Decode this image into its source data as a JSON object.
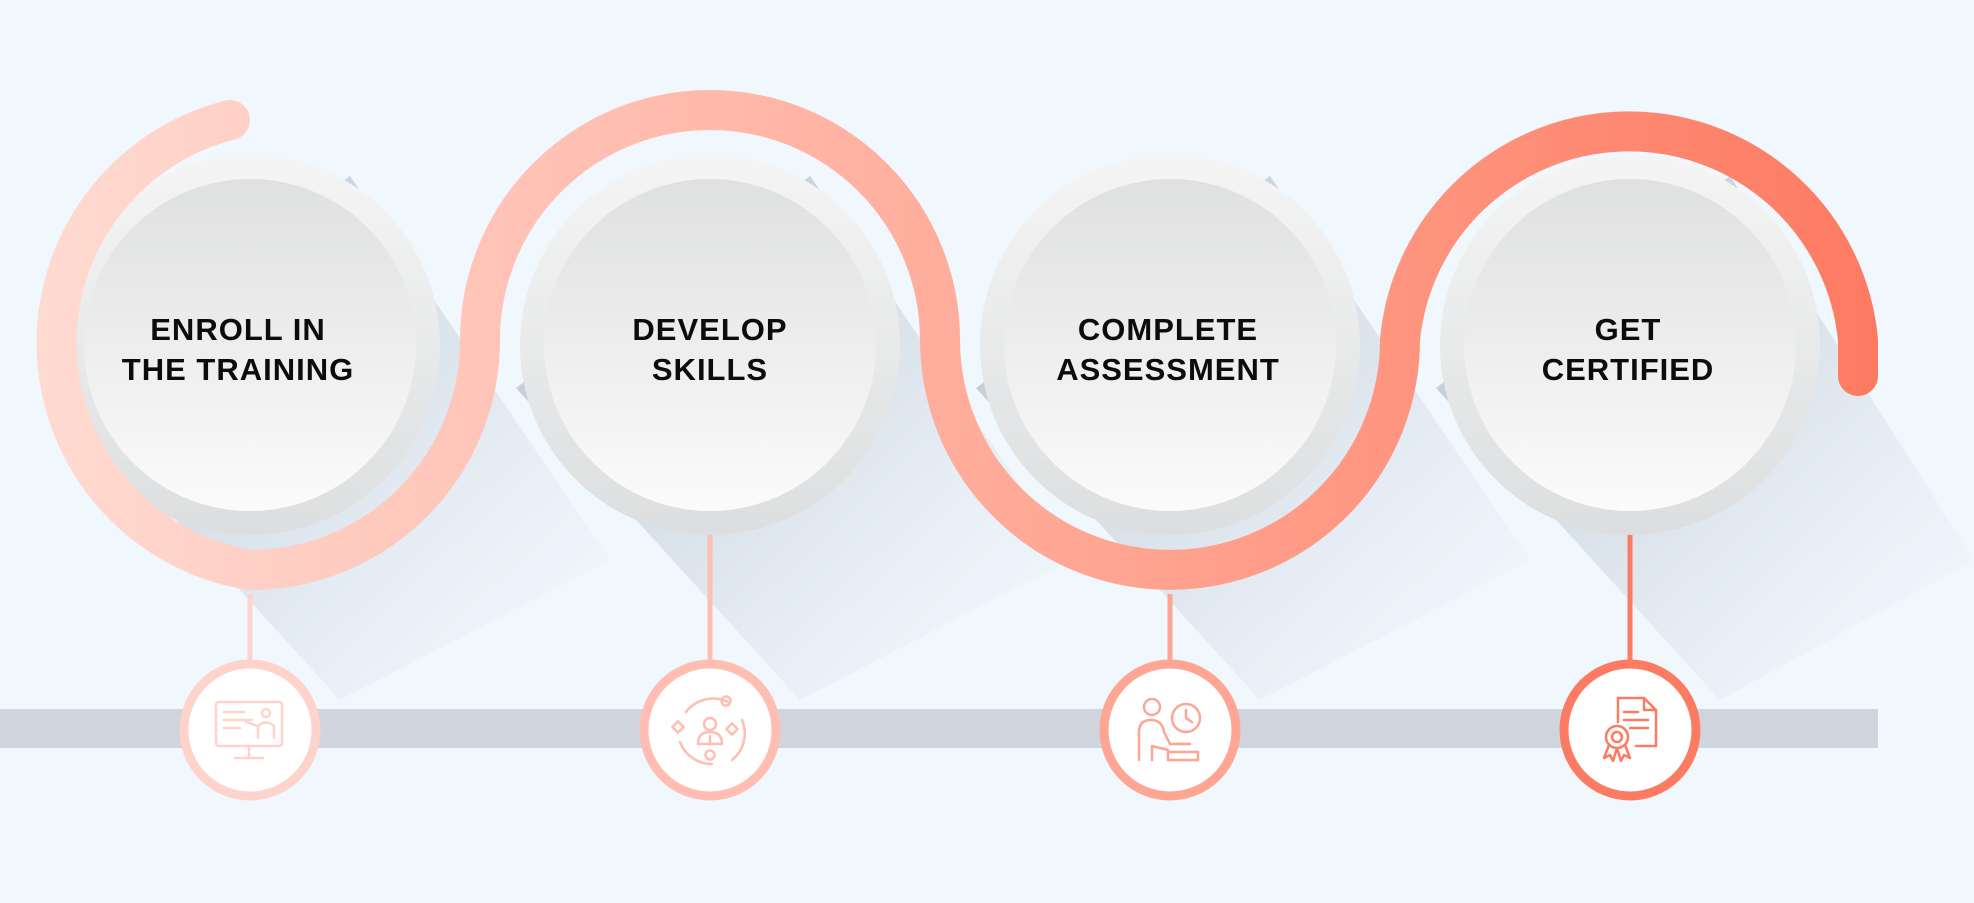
{
  "steps": [
    {
      "line1": "ENROLL IN",
      "line2": "THE TRAINING",
      "icon": "presentation-screen-icon",
      "color": "#fdd3cb"
    },
    {
      "line1": "DEVELOP",
      "line2": "SKILLS",
      "icon": "skill-development-icon",
      "color": "#ffbeb1"
    },
    {
      "line1": "COMPLETE",
      "line2": "ASSESSMENT",
      "icon": "assessment-clock-icon",
      "color": "#fea594"
    },
    {
      "line1": "GET",
      "line2": "CERTIFIED",
      "icon": "certificate-ribbon-icon",
      "color": "#fd7b62"
    }
  ],
  "colors": {
    "background": "#f0f7fd",
    "track_start": "#ffdcd3",
    "track_end": "#fd7a61",
    "timeline_bar": "#d0d4dc"
  }
}
